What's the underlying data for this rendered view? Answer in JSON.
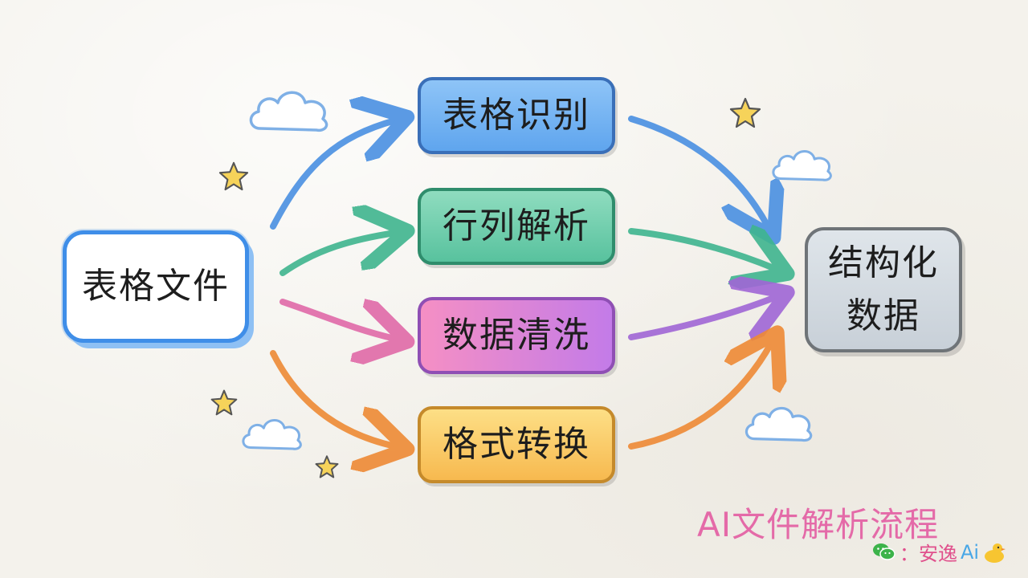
{
  "diagram": {
    "source": {
      "label": "表格文件"
    },
    "steps": [
      {
        "label": "表格识别",
        "color": "#4a90e2"
      },
      {
        "label": "行列解析",
        "color": "#3fb58f"
      },
      {
        "label": "数据清洗",
        "color": "#e06aa8"
      },
      {
        "label": "格式转换",
        "color": "#ee8a35"
      }
    ],
    "target": {
      "label_line1": "结构化",
      "label_line2": "数据"
    },
    "edges": [
      {
        "from": "表格文件",
        "to": "表格识别"
      },
      {
        "from": "表格文件",
        "to": "行列解析"
      },
      {
        "from": "表格文件",
        "to": "数据清洗"
      },
      {
        "from": "表格文件",
        "to": "格式转换"
      },
      {
        "from": "表格识别",
        "to": "结构化数据"
      },
      {
        "from": "行列解析",
        "to": "结构化数据"
      },
      {
        "from": "数据清洗",
        "to": "结构化数据"
      },
      {
        "from": "格式转换",
        "to": "结构化数据"
      }
    ]
  },
  "caption": "AI文件解析流程",
  "watermark": {
    "text": "：安逸",
    "ai": "Ai",
    "icon": "wechat-icon",
    "mascot": "duck-icon"
  },
  "colors": {
    "source_border": "#3f8ee8",
    "caption": "#e46aa8",
    "target_border": "#6f7478"
  }
}
